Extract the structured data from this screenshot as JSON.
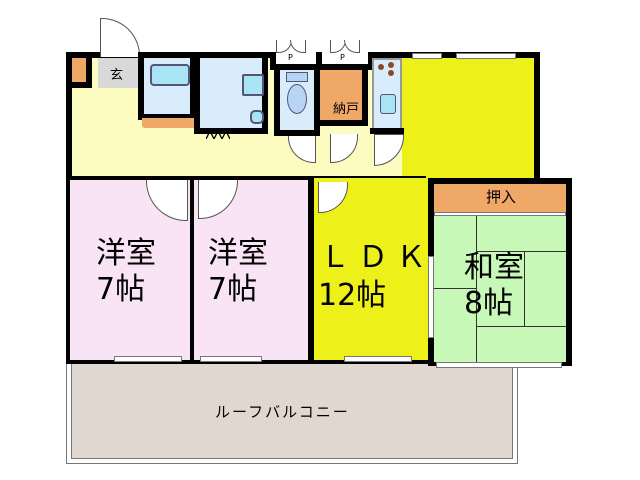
{
  "floorplan": {
    "rooms": [
      {
        "id": "western-room-1",
        "name": "洋室",
        "size": "7帖",
        "color": "#f8e4f4"
      },
      {
        "id": "western-room-2",
        "name": "洋室",
        "size": "7帖",
        "color": "#f8e4f4"
      },
      {
        "id": "ldk",
        "name": "ＬＤＫ",
        "size": "12帖",
        "color": "#eef01a"
      },
      {
        "id": "japanese-room",
        "name": "和室",
        "size": "8帖",
        "color": "#c8f8b8"
      }
    ],
    "labels": {
      "entrance": "玄",
      "storage": "納戸",
      "closet": "押入",
      "balcony": "ルーフバルコニー",
      "pipe_space_1": "P",
      "pipe_space_2": "P"
    },
    "colors": {
      "hallway": "#fdfcc0",
      "entrance": "#d8d8d8",
      "wet_area": "#d8ecfc",
      "fixture": "#a8e4f4",
      "storage": "#f0a868",
      "balcony": "#e0d8d0",
      "wall": "#000000"
    }
  }
}
